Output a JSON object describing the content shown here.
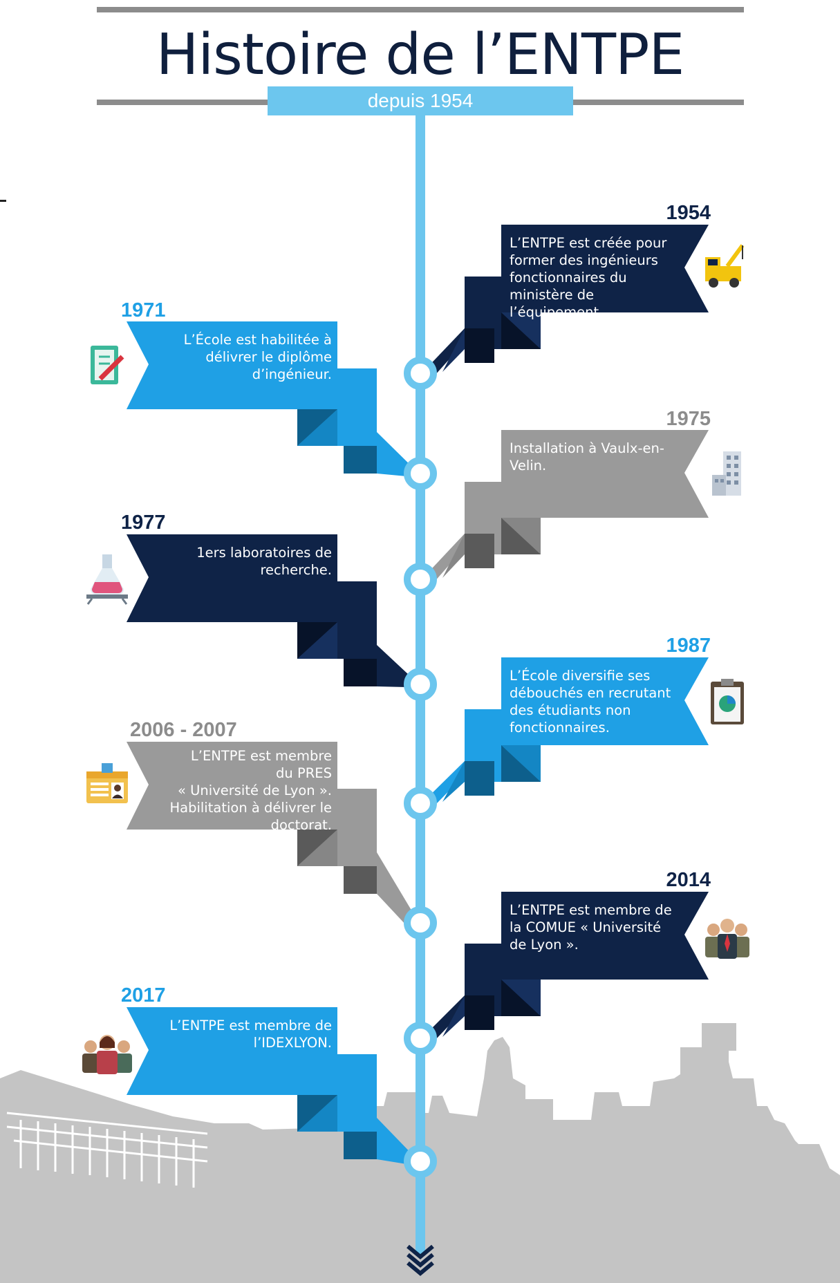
{
  "header": {
    "title": "Histoire de l’ENTPE",
    "subtitle": "depuis 1954"
  },
  "colors": {
    "navy": "#0f2347",
    "blue": "#1fa0e5",
    "gray": "#9a9a9a",
    "line": "#6cc6ee",
    "skyline": "#c4c4c4"
  },
  "events": [
    {
      "year": "1954",
      "side": "right",
      "color": "navy",
      "icon": "crane-truck-icon",
      "lines": [
        "L’ENTPE est créée pour",
        "former des ingénieurs",
        "fonctionnaires du",
        "ministère de l’équipement."
      ]
    },
    {
      "year": "1971",
      "side": "left",
      "color": "blue",
      "icon": "notebook-pencil-icon",
      "lines": [
        "L’École est habilitée à",
        "délivrer le diplôme",
        "d’ingénieur."
      ]
    },
    {
      "year": "1975",
      "side": "right",
      "color": "gray",
      "icon": "building-icon",
      "lines": [
        "Installation à Vaulx-en-",
        "Velin."
      ]
    },
    {
      "year": "1977",
      "side": "left",
      "color": "navy",
      "icon": "lab-flask-icon",
      "lines": [
        "1ers laboratoires de",
        "recherche."
      ]
    },
    {
      "year": "1987",
      "side": "right",
      "color": "blue",
      "icon": "clipboard-chart-icon",
      "lines": [
        "L’École diversifie ses",
        "débouchés en recrutant",
        "des étudiants non",
        "fonctionnaires."
      ]
    },
    {
      "year": "2006 - 2007",
      "side": "left",
      "color": "gray",
      "icon": "id-card-icon",
      "lines": [
        "L’ENTPE est membre",
        "du PRES",
        "« Université de Lyon ».",
        "Habilitation à délivrer le",
        "doctorat."
      ]
    },
    {
      "year": "2014",
      "side": "right",
      "color": "navy",
      "icon": "business-people-icon",
      "lines": [
        "L’ENTPE est membre de",
        "la COMUE « Université",
        "de Lyon »."
      ]
    },
    {
      "year": "2017",
      "side": "left",
      "color": "blue",
      "icon": "group-people-icon",
      "lines": [
        "L’ENTPE est membre de",
        "l’IDEXLYON."
      ]
    }
  ]
}
